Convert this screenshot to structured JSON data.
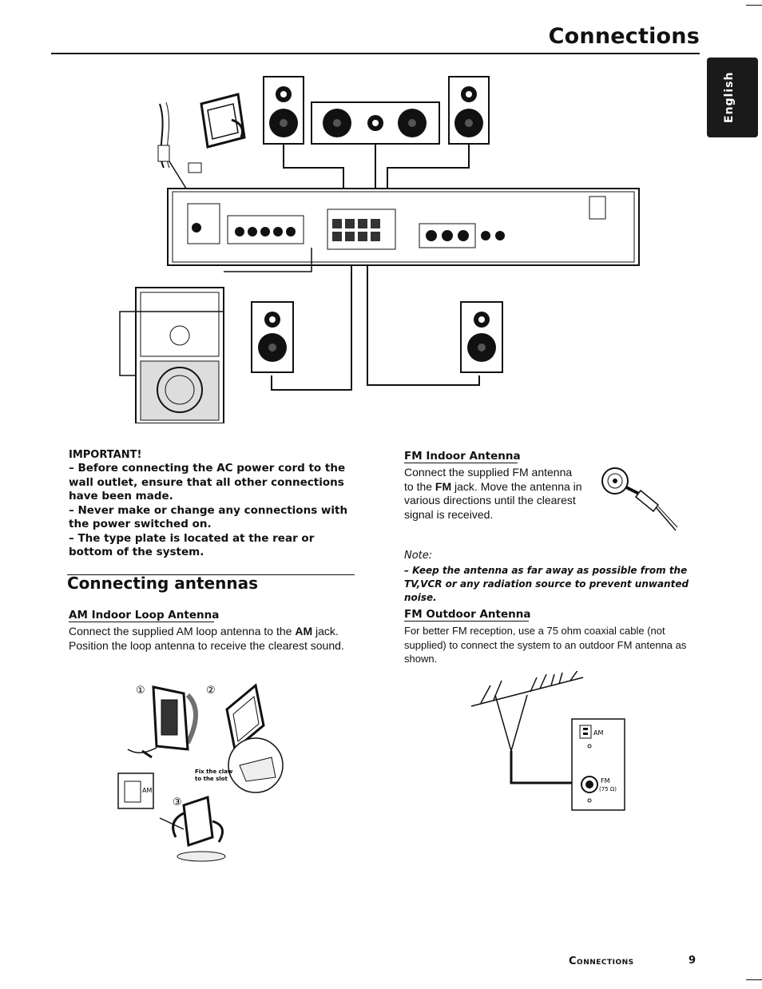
{
  "header": {
    "title": "Connections"
  },
  "language_tab": {
    "label": "English"
  },
  "important": {
    "title": "IMPORTANT!",
    "items": [
      "– Before connecting the AC power cord to the wall outlet, ensure that all other connections have been made.",
      "– Never make or change any connections with the power switched on.",
      "– The type plate is located at the rear or bottom of the system."
    ]
  },
  "antennas": {
    "heading": "Connecting antennas",
    "am_indoor": {
      "title": "AM Indoor Loop Antenna",
      "body_start": "Connect the supplied AM loop antenna to the ",
      "body_jack": "AM",
      "body_end": " jack.  Position the loop antenna to receive the clearest sound."
    },
    "fm_indoor": {
      "title": "FM Indoor Antenna",
      "body_start": "Connect the supplied FM antenna to the ",
      "body_jack": "FM",
      "body_end": " jack. Move the antenna in various directions until the clearest signal is received."
    },
    "note": {
      "label": "Note:",
      "text": "– Keep the antenna as far away as possible from the TV,VCR or any radiation source to prevent unwanted noise."
    },
    "fm_outdoor": {
      "title": "FM Outdoor Antenna",
      "body": "For better FM reception, use a 75 ohm coaxial cable (not supplied) to connect the system to an outdoor FM antenna as shown."
    }
  },
  "diagram_labels": {
    "step_1": "①",
    "step_2": "②",
    "step_3": "③",
    "fix_claw": "Fix the claw",
    "to_slot": "to the slot",
    "am_jack": "AM",
    "fm_jack": "FM",
    "fm_impedance": "(75 Ω)"
  },
  "footer": {
    "section": "Connections",
    "page": "9"
  }
}
